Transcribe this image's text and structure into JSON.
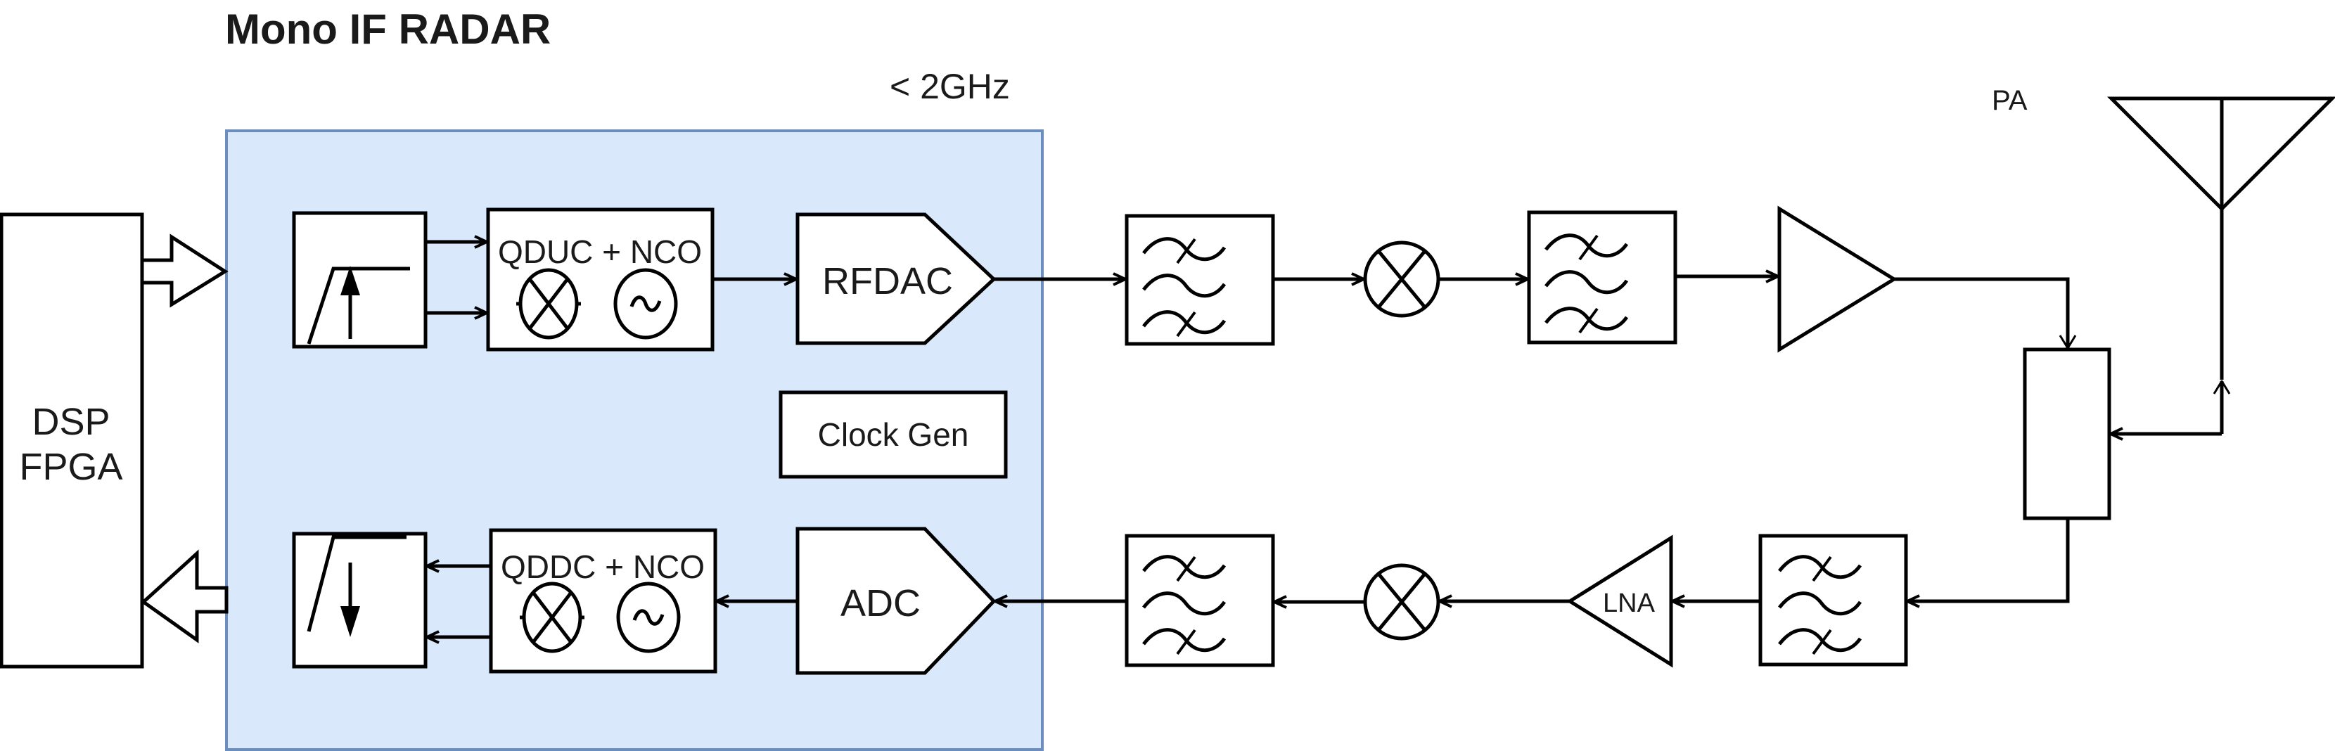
{
  "title": "Mono IF RADAR",
  "colors": {
    "title": "#66B2FF",
    "container_fill": "#DAE8FC",
    "container_stroke": "#6C8EBF",
    "line": "#000000"
  },
  "container": {
    "label": "< 2GHz"
  },
  "blocks": {
    "dsp": {
      "line1": "DSP",
      "line2": "FPGA"
    },
    "upsampler": {
      "icon": "upsample-arrow-icon"
    },
    "qduc": {
      "label": "QDUC + NCO"
    },
    "rfdac": {
      "label": "RFDAC"
    },
    "clock_gen": {
      "label": "Clock Gen"
    },
    "downsampler": {
      "icon": "downsample-arrow-icon"
    },
    "qddc": {
      "label": "QDDC + NCO"
    },
    "adc": {
      "label": "ADC"
    },
    "pa": {
      "label": "PA"
    },
    "lna": {
      "label": "LNA"
    },
    "circulator": {
      "label": ""
    },
    "antenna": {
      "icon": "antenna-icon"
    }
  },
  "tx_chain": [
    "DSP FPGA",
    "Upsampler",
    "QDUC + NCO",
    "RFDAC",
    "Bandpass Filter",
    "Mixer",
    "Bandpass Filter",
    "PA",
    "Circulator",
    "Antenna"
  ],
  "rx_chain": [
    "Antenna",
    "Circulator",
    "Bandpass Filter",
    "LNA",
    "Mixer",
    "Bandpass Filter",
    "ADC",
    "QDDC + NCO",
    "Downsampler",
    "DSP FPGA"
  ]
}
